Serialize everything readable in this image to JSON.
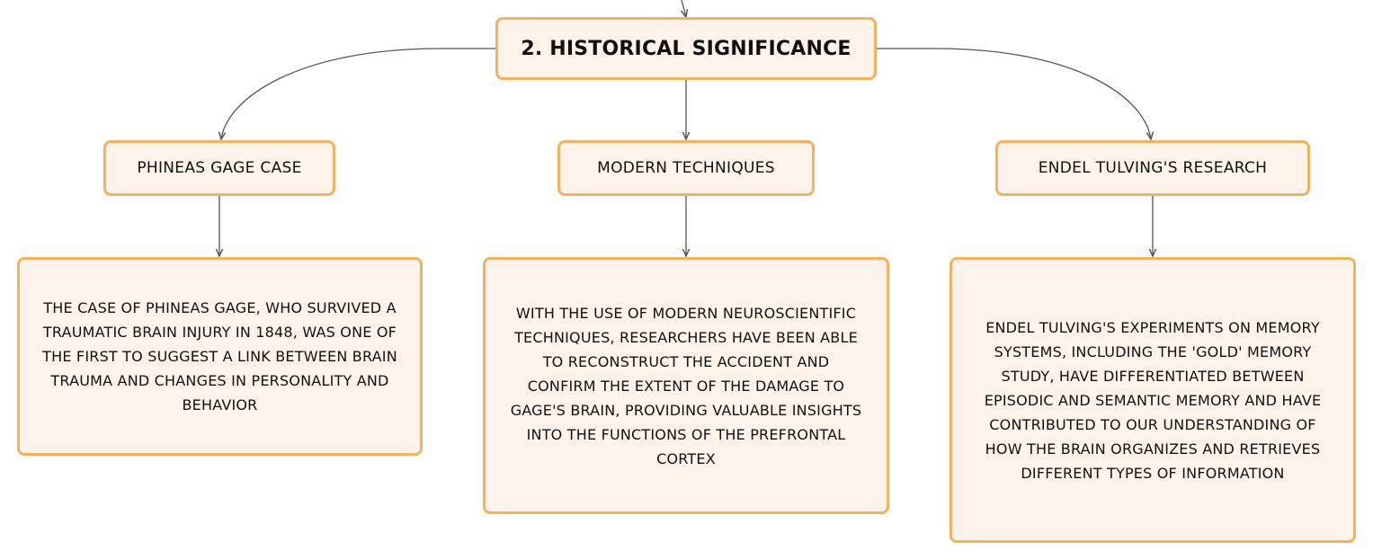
{
  "root": {
    "label": "2. HISTORICAL SIGNIFICANCE"
  },
  "topics": [
    {
      "label": "PHINEAS GAGE CASE",
      "detail": "THE CASE OF PHINEAS GAGE, WHO SURVIVED A TRAUMATIC BRAIN INJURY IN 1848, WAS ONE OF THE FIRST TO SUGGEST A LINK BETWEEN BRAIN TRAUMA AND CHANGES IN PERSONALITY AND BEHAVIOR"
    },
    {
      "label": "MODERN TECHNIQUES",
      "detail": "WITH THE USE OF MODERN NEUROSCIENTIFIC TECHNIQUES, RESEARCHERS HAVE BEEN ABLE TO RECONSTRUCT THE ACCIDENT AND CONFIRM THE EXTENT OF THE DAMAGE TO GAGE'S BRAIN, PROVIDING VALUABLE INSIGHTS INTO THE FUNCTIONS OF THE PREFRONTAL CORTEX"
    },
    {
      "label": "ENDEL TULVING'S RESEARCH",
      "detail": "ENDEL TULVING'S EXPERIMENTS ON MEMORY SYSTEMS, INCLUDING THE 'GOLD' MEMORY STUDY, HAVE DIFFERENTIATED BETWEEN EPISODIC AND SEMANTIC MEMORY AND HAVE CONTRIBUTED TO OUR UNDERSTANDING OF HOW THE BRAIN ORGANIZES AND RETRIEVES DIFFERENT TYPES OF INFORMATION"
    }
  ],
  "colors": {
    "node_fill": "#fdf3ea",
    "node_border": "#f2b35e",
    "connector": "#555555",
    "text": "#111111"
  }
}
